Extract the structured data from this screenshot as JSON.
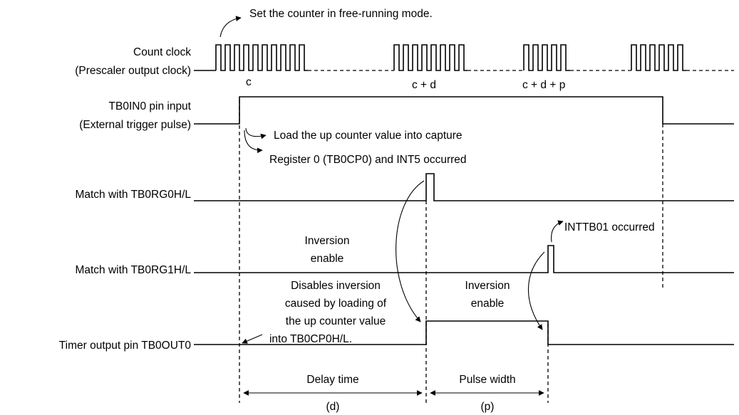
{
  "signals": {
    "count_clock": "Count clock",
    "count_clock_sub": "(Prescaler output clock)",
    "tb0in0": "TB0IN0 pin input",
    "tb0in0_sub": "(External trigger pulse)",
    "match_rg0": "Match with TB0RG0H/L",
    "match_rg1": "Match with TB0RG1H/L",
    "timer_out": "Timer output pin TB0OUT0"
  },
  "clock_labels": {
    "c": "c",
    "c_plus_d": "c + d",
    "c_plus_d_plus_p": "c + d + p"
  },
  "annotations": {
    "free_running": "Set the counter in free-running mode.",
    "load_capture_1": "Load the up counter value into capture",
    "load_capture_2": "Register 0 (TB0CP0) and INT5 occurred",
    "inttb01": "INTTB01 occurred",
    "inv_enable_1_a": "Inversion",
    "inv_enable_1_b": "enable",
    "disables_1": "Disables inversion",
    "disables_2": "caused by loading of",
    "disables_3": "the up counter value",
    "disables_4": "into TB0CP0H/L.",
    "inv_enable_2_a": "Inversion",
    "inv_enable_2_b": "enable"
  },
  "timing": {
    "delay_label": "Delay time",
    "delay_symbol": "(d)",
    "pulse_label": "Pulse width",
    "pulse_symbol": "(p)"
  }
}
